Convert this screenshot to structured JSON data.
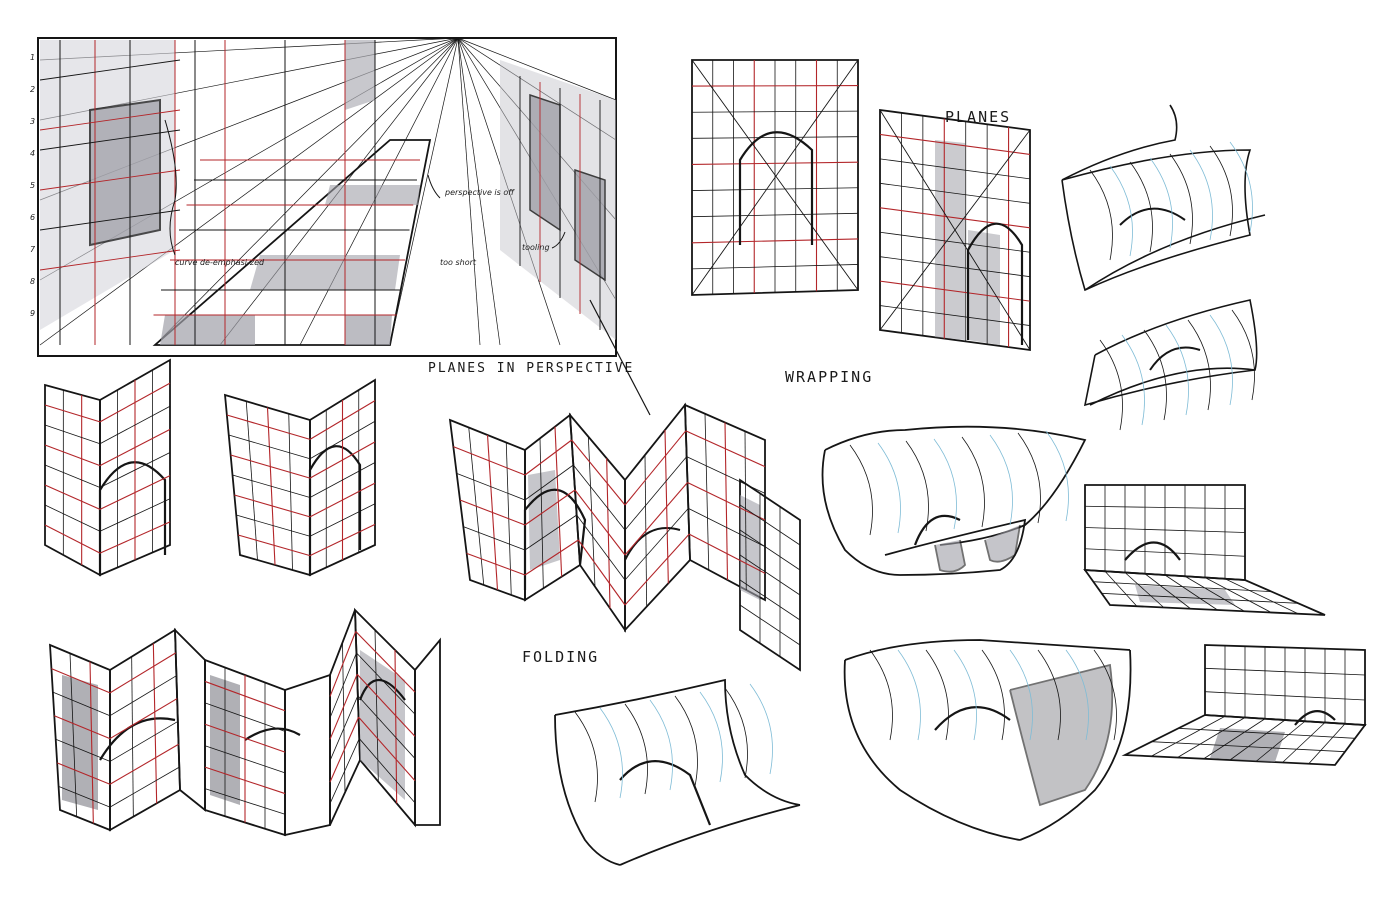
{
  "labels": {
    "planes": "PLANES",
    "planes_in_perspective": "PLANES IN PERSPECTIVE",
    "wrapping": "WRAPPING",
    "folding": "FOLDING"
  },
  "annotations": {
    "curve_note": "curve de-emphasi-zed",
    "perspective_note": "perspective is off",
    "tooling_note": "tooling",
    "too_short_note": "too short"
  },
  "ruler_ticks": [
    "1",
    "2",
    "3",
    "4",
    "5",
    "6",
    "7",
    "8",
    "9"
  ],
  "colors": {
    "ink": "#151515",
    "red_guide": "#b3262a",
    "blue_guide": "#7fbcd6",
    "shade": "#9a9aa0",
    "paper": "#ffffff"
  }
}
